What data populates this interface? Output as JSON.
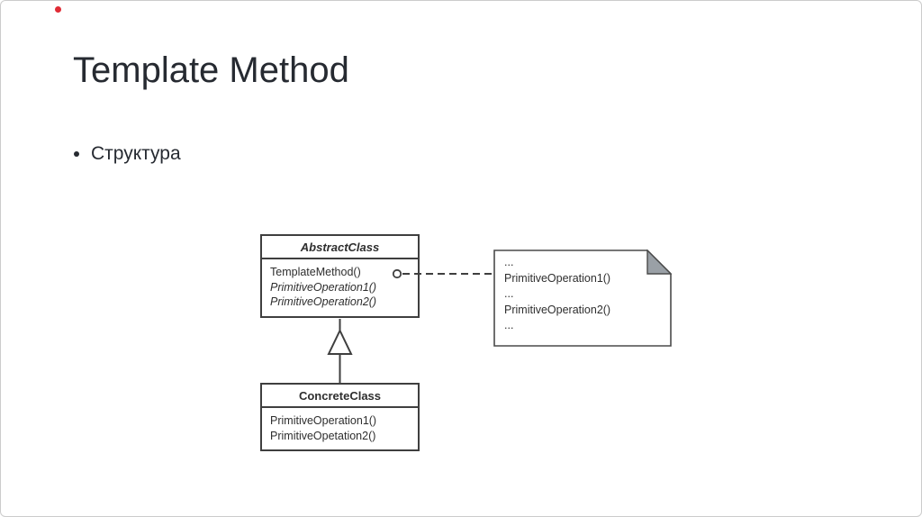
{
  "slide": {
    "title": "Template Method",
    "bullet": "Структура"
  },
  "colors": {
    "accent_red": "#e02b35",
    "diagram_stroke": "#3f3f3f",
    "note_fold_gray": "#9aa0a6"
  },
  "diagram": {
    "abstract_class": {
      "name": "AbstractClass",
      "methods": [
        "TemplateMethod()",
        "PrimitiveOperation1()",
        "PrimitiveOperation2()"
      ]
    },
    "concrete_class": {
      "name": "ConcreteClass",
      "methods": [
        "PrimitiveOperation1()",
        "PrimitiveOpetation2()"
      ]
    },
    "note": {
      "lines": [
        "...",
        "PrimitiveOperation1()",
        "...",
        "PrimitiveOperation2()",
        "..."
      ]
    }
  }
}
